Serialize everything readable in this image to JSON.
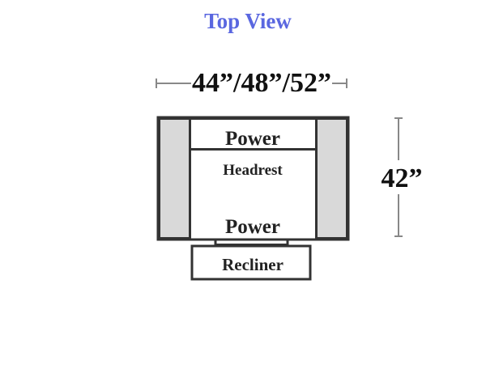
{
  "title": "Top View",
  "dimensions": {
    "width_label": "44”/48”/52”",
    "depth_label": "42”"
  },
  "labels": {
    "power_top": "Power",
    "headrest": "Headrest",
    "power_bottom": "Power",
    "recliner": "Recliner"
  },
  "colors": {
    "title": "#5a67e0",
    "outline": "#333333",
    "arm_fill": "#d9d9d9",
    "dimension_line": "#888888",
    "text": "#222222"
  }
}
